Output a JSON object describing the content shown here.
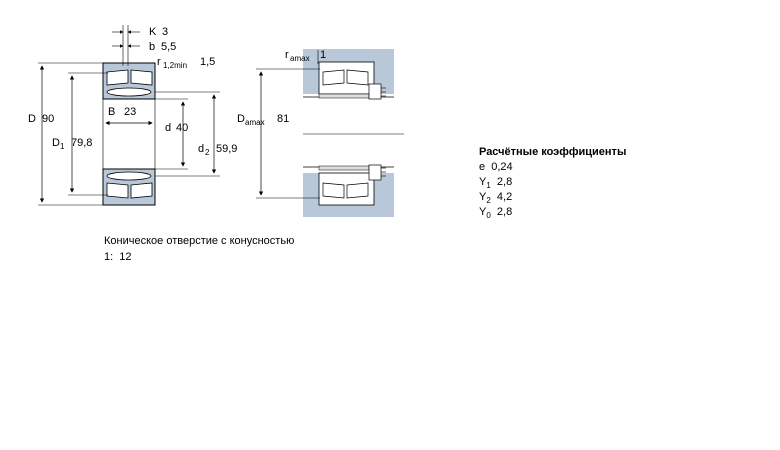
{
  "drawing": {
    "K": {
      "label": "K",
      "value": "3"
    },
    "b": {
      "label": "b",
      "value": "5,5"
    },
    "r12min": {
      "label": "r",
      "sub": "1,2min",
      "value": "1,5"
    },
    "D": {
      "label": "D",
      "value": "90"
    },
    "D1": {
      "label": "D",
      "sub": "1",
      "value": "79,8"
    },
    "B": {
      "label": "B",
      "value": "23"
    },
    "d": {
      "label": "d",
      "value": "40"
    },
    "d2": {
      "label": "d",
      "sub": "2",
      "value": "59,9"
    },
    "ramax": {
      "label": "r",
      "sub": "amax",
      "value": "1"
    },
    "Damax": {
      "label": "D",
      "sub": "amax",
      "value": "81"
    }
  },
  "coefficients": {
    "title": "Расчётные коэффициенты",
    "items": [
      {
        "label": "e",
        "sub": "",
        "value": "0,24"
      },
      {
        "label": "Y",
        "sub": "1",
        "value": "2,8"
      },
      {
        "label": "Y",
        "sub": "2",
        "value": "4,2"
      },
      {
        "label": "Y",
        "sub": "0",
        "value": "2,8"
      }
    ]
  },
  "note": {
    "line1": "Коническое отверстие с конусностью",
    "line2": "1:  12"
  },
  "colors": {
    "section_fill": "#b8c8d8",
    "line": "#000000"
  }
}
